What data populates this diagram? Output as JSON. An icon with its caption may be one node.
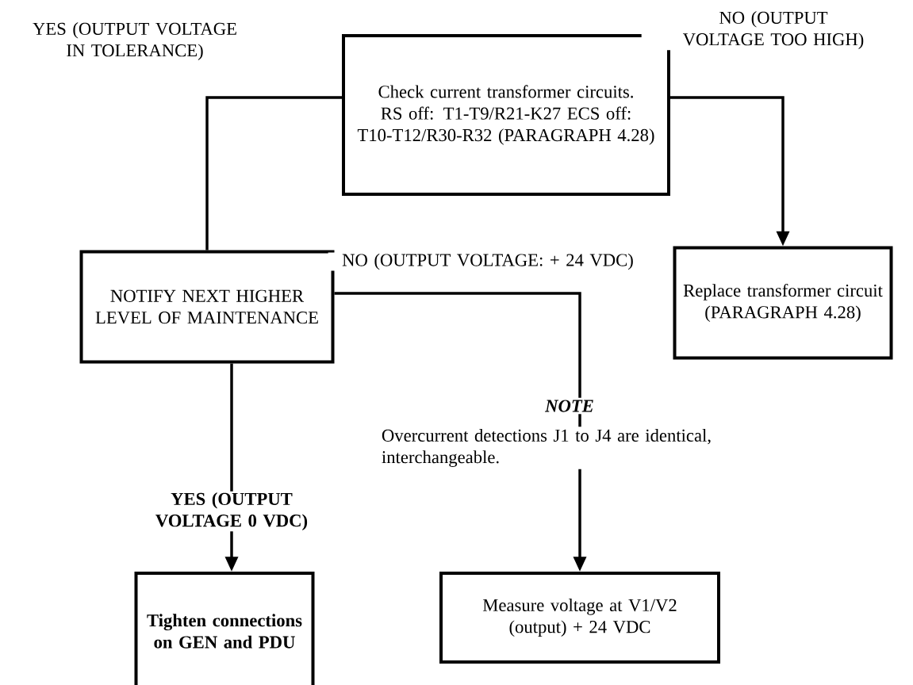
{
  "diagram": {
    "nodes": [
      {
        "text": [
          "Check current transformer circuits. RS off: T1-T9/R21-K27 ECS off: T10-T12/R30-R32 (PARAGRAPH 4.28)"
        ]
      },
      {
        "text": [
          "Replace transformer circuit (PARAGRAPH 4.28)"
        ]
      },
      {
        "text": [
          "NOTIFY NEXT HIGHER LEVEL OF MAINTENANCE"
        ]
      },
      {
        "text": [
          "Tighten connections on GEN and PDU"
        ]
      },
      {
        "text": [
          "Measure voltage at V1/V2 (output) + 24 VDC"
        ]
      }
    ],
    "edges": [
      {
        "from": 0,
        "to": 1,
        "arrow": "to",
        "label": "NO (OUTPUT VOLTAGE TOO HIGH)"
      },
      {
        "from": 0,
        "to": 2,
        "arrow": "none",
        "label": "YES (OUTPUT VOLTAGE IN TOLERANCE)"
      },
      {
        "from": 2,
        "to": 4,
        "arrow": "to",
        "label": "NO (OUTPUT VOLTAGE: + 24 VDC)"
      },
      {
        "from": 2,
        "to": 3,
        "arrow": "to",
        "label": "YES (OUTPUT VOLTAGE 0 VDC)"
      }
    ],
    "labels": [
      "NOTE",
      "Overcurrent detections J1 to J4 are identical, interchangeable."
    ]
  }
}
